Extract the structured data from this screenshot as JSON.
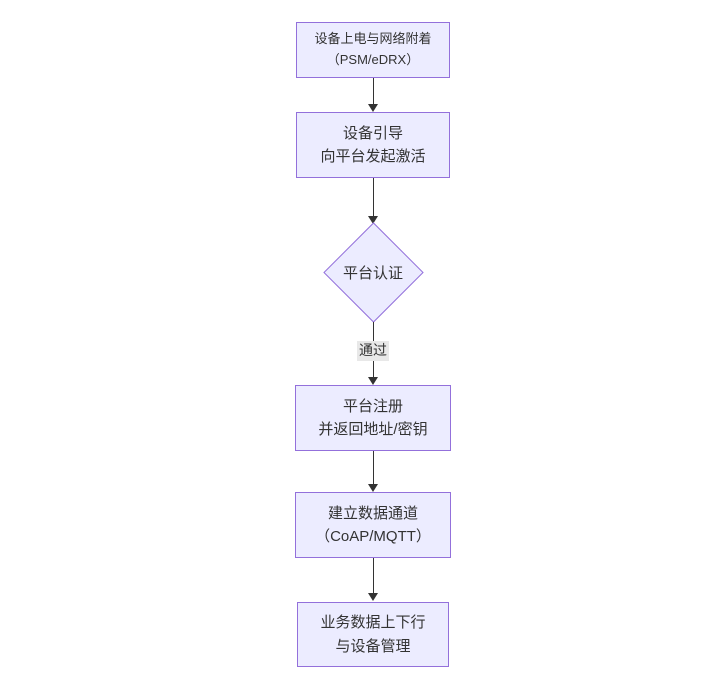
{
  "diagram": {
    "type": "flowchart",
    "direction": "top-to-bottom",
    "nodes": [
      {
        "id": "power-network-attach",
        "shape": "rect",
        "lines": [
          "设备上电与网络附着",
          "（PSM/eDRX）"
        ]
      },
      {
        "id": "device-bootstrap",
        "shape": "rect",
        "lines": [
          "设备引导",
          "向平台发起激活"
        ]
      },
      {
        "id": "platform-auth",
        "shape": "diamond",
        "lines": [
          "平台认证"
        ]
      },
      {
        "id": "platform-register",
        "shape": "rect",
        "lines": [
          "平台注册",
          "并返回地址/密钥"
        ]
      },
      {
        "id": "data-channel",
        "shape": "rect",
        "lines": [
          "建立数据通道",
          "（CoAP/MQTT）"
        ]
      },
      {
        "id": "business-data",
        "shape": "rect",
        "lines": [
          "业务数据上下行",
          "与设备管理"
        ]
      }
    ],
    "edges": [
      {
        "from": "power-network-attach",
        "to": "device-bootstrap",
        "label": ""
      },
      {
        "from": "device-bootstrap",
        "to": "platform-auth",
        "label": ""
      },
      {
        "from": "platform-auth",
        "to": "platform-register",
        "label": "通过"
      },
      {
        "from": "platform-register",
        "to": "data-channel",
        "label": ""
      },
      {
        "from": "data-channel",
        "to": "business-data",
        "label": ""
      }
    ],
    "colors": {
      "node_fill": "#ECECFF",
      "node_border": "#9370DB",
      "text": "#333333",
      "arrow": "#333333",
      "edge_label_bg": "#e8e8e8"
    }
  }
}
